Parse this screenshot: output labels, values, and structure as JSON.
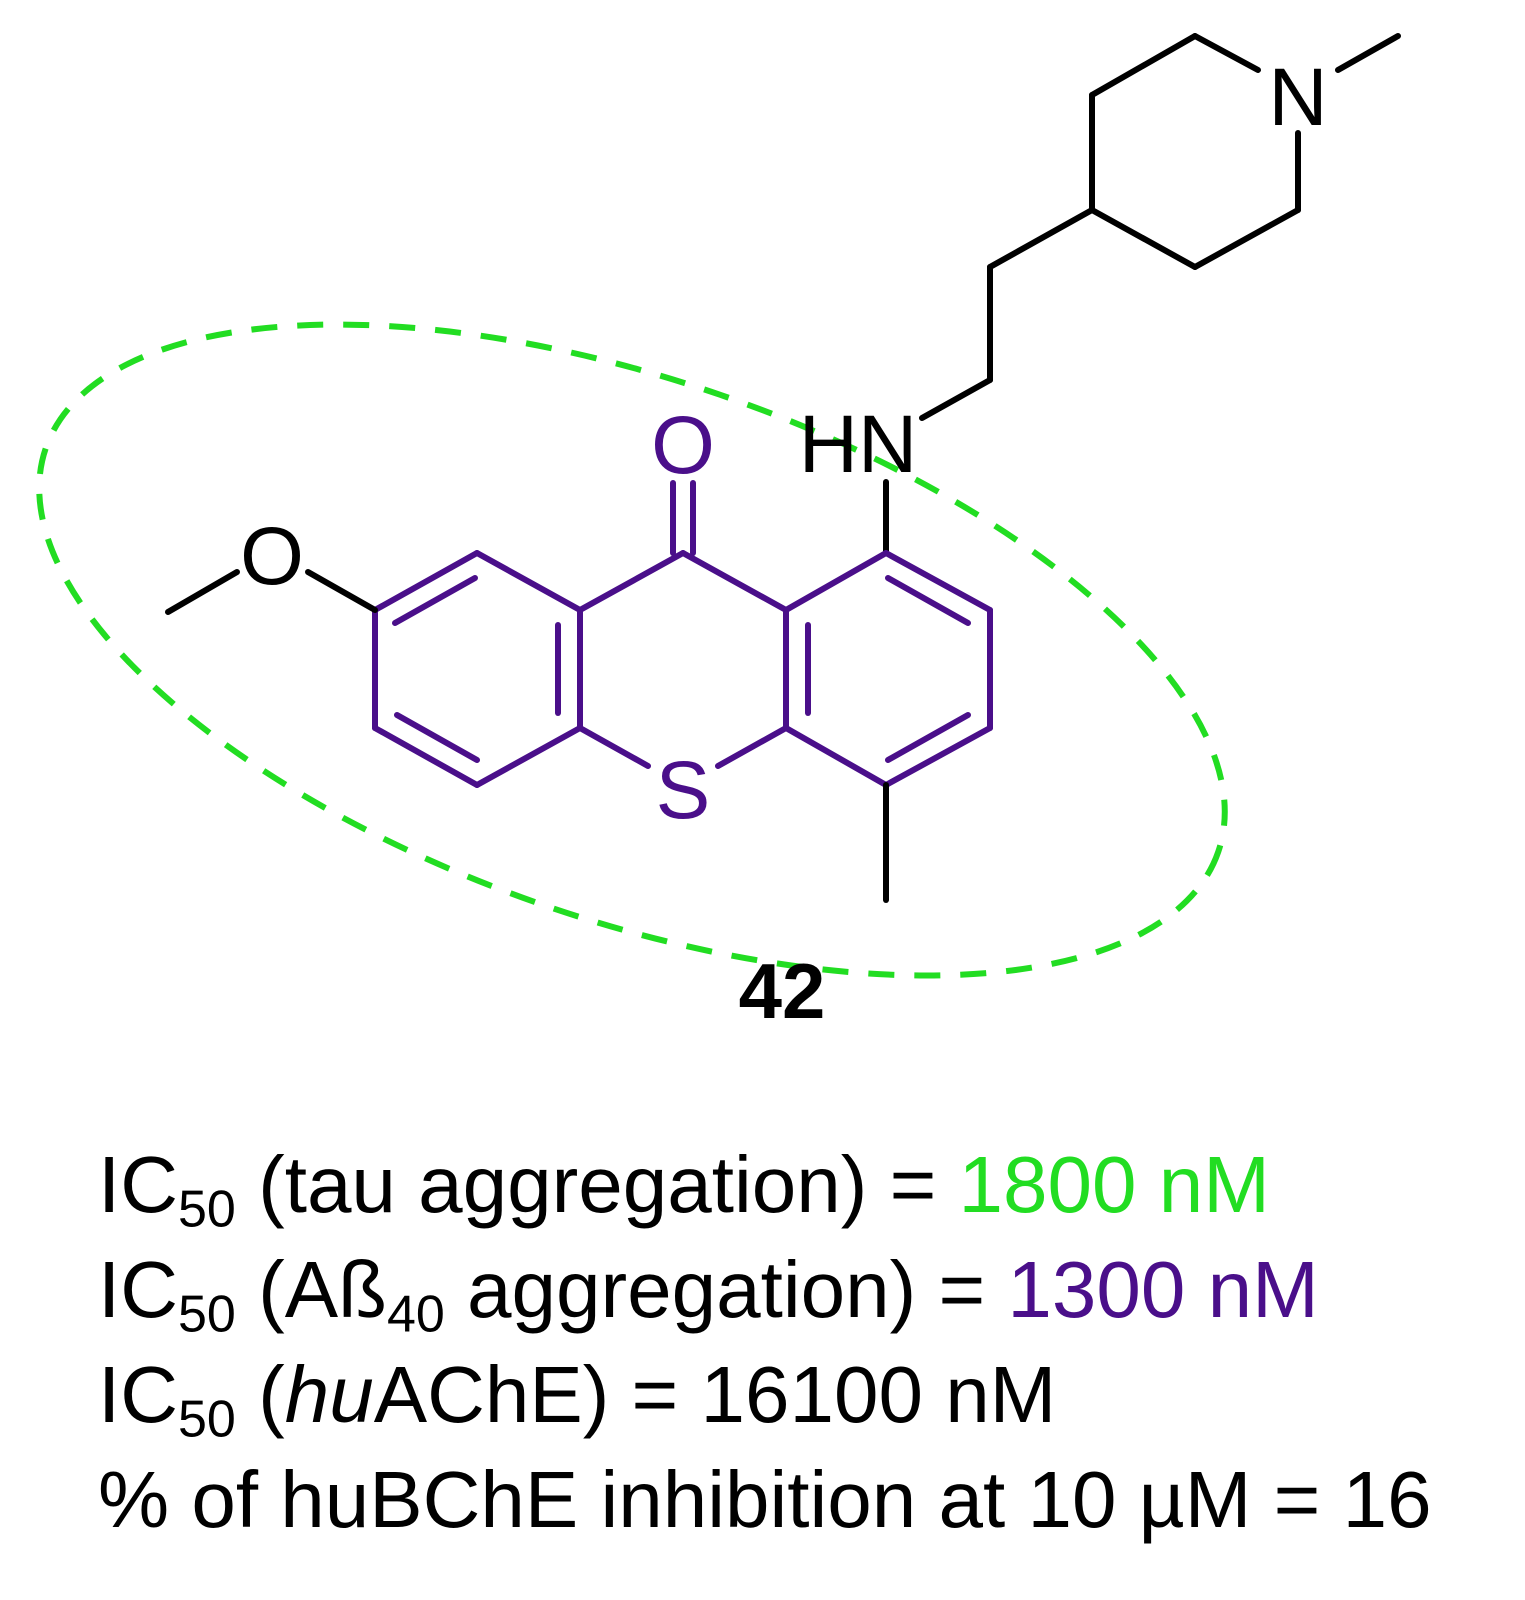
{
  "molecule": {
    "compound_label": "42",
    "atoms": {
      "nitrogen_ring": "N",
      "amine": "HN",
      "carbonyl_oxygen": "O",
      "ether_oxygen": "O",
      "sulfur": "S"
    },
    "colors": {
      "core": "#4a0f8a",
      "highlight": "#22dd22",
      "bonds": "#000000"
    }
  },
  "results": {
    "line1": {
      "prefix": "IC",
      "sub": "50",
      "text": " (tau aggregation) = ",
      "value": "1800 nM"
    },
    "line2": {
      "prefix": "IC",
      "sub": "50",
      "text_a": " (Aß",
      "sub2": "40",
      "text_b": " aggregation) = ",
      "value": "1300 nM"
    },
    "line3": {
      "prefix": "IC",
      "sub": "50",
      "text_a": " (",
      "italic": "hu",
      "text_b": "AChE) = 16100 nM"
    },
    "line4": {
      "text": "% of huBChE inhibition at 10 µM = 16"
    }
  }
}
